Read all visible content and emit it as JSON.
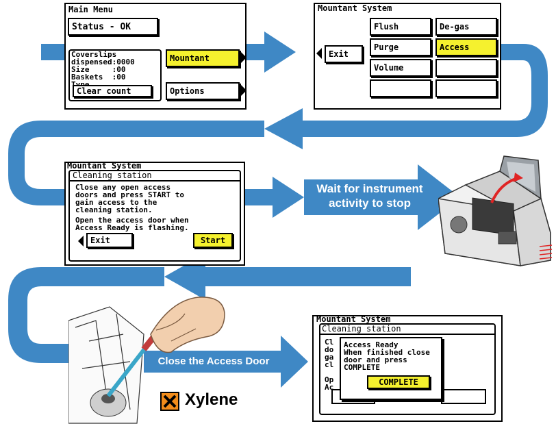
{
  "colors": {
    "flow": "#3f88c5",
    "highlight": "#f5f12e",
    "hazard": "#f28c1b"
  },
  "screen1": {
    "title": "Main Menu",
    "status": "Status - OK",
    "info": "Coverslips\ndispensed:0000\nSize     :00\nBaskets  :00\nType",
    "mountant": "Mountant",
    "clear": "Clear count",
    "options": "Options"
  },
  "screen2": {
    "title": "Mountant System",
    "flush": "Flush",
    "degas": "De-gas",
    "purge": "Purge",
    "access": "Access",
    "volume": "Volume",
    "exit": "Exit"
  },
  "screen3": {
    "title": "Mountant System",
    "subtitle": "Cleaning station",
    "body1": "Close any open access\ndoors and press START to\ngain access to the\ncleaning station.",
    "body2": "Open the access door when\nAccess Ready is flashing.",
    "exit": "Exit",
    "start": "Start"
  },
  "screen4": {
    "title": "Mountant System",
    "subtitle": "Cleaning station",
    "left_text": "Cl\ndo\nga\ncl\n\nOp\nAc",
    "dialog": "Access Ready\nWhen finished close\ndoor and press\nCOMPLETE",
    "complete": "COMPLETE"
  },
  "labels": {
    "wait": "Wait for instrument\nactivity to stop",
    "close_door": "Close the Access Door",
    "xylene": "Xylene"
  },
  "icons": {
    "hazard": "harmful-x-icon",
    "instrument": "instrument-icon",
    "hand": "hand-dropper-icon"
  }
}
